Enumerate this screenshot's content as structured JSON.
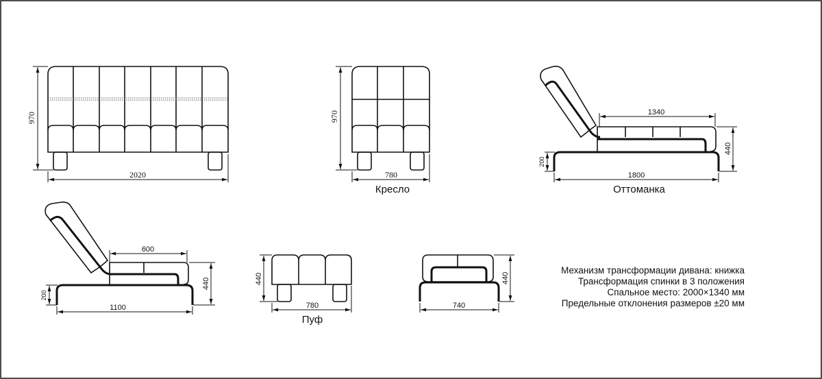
{
  "sofa": {
    "height": "970",
    "width": "2020"
  },
  "armchair": {
    "caption": "Кресло",
    "height": "970",
    "width": "780"
  },
  "ottoman": {
    "caption": "Оттоманка",
    "seat": "1340",
    "length": "1800",
    "height": "440",
    "base": "200"
  },
  "ottoman_small": {
    "seat": "600",
    "length": "1100",
    "height": "440",
    "base": "200"
  },
  "pouf": {
    "caption": "Пуф",
    "height": "440",
    "width": "780"
  },
  "pouf_side": {
    "width": "740",
    "height": "440"
  },
  "notes": [
    "Механизм трансформации дивана: книжка",
    "Трансформация спинки в 3 положения",
    "Спальное место: 2000×1340 мм",
    "Предельные отклонения размеров ±20 мм"
  ]
}
